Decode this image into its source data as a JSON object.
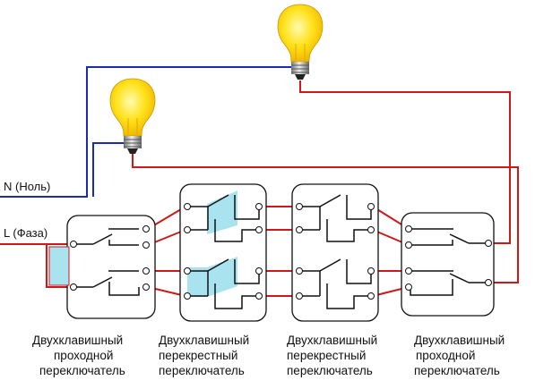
{
  "wires": {
    "neutral_label": "N (Ноль)",
    "phase_label": "L (Фаза)",
    "neutral_color": "#1a2bb8",
    "phase_color": "#d01818",
    "switch_internal_color": "#111111",
    "highlight_color": "#a9e3f0"
  },
  "switches": [
    {
      "id": "sw1",
      "caption": [
        "Двухклавишный",
        "проходной",
        "переключатель"
      ]
    },
    {
      "id": "sw2",
      "caption": [
        "Двухклавишный",
        "перекрестный",
        "переключатель"
      ]
    },
    {
      "id": "sw3",
      "caption": [
        "Двухклавишный",
        "перекрестный",
        "переключатель"
      ]
    },
    {
      "id": "sw4",
      "caption": [
        "Двухклавишный",
        "проходной",
        "переключатель"
      ]
    }
  ],
  "lamps": [
    {
      "id": "lamp-left",
      "icon": "light-bulb-icon",
      "color": "#ffe21a"
    },
    {
      "id": "lamp-right",
      "icon": "light-bulb-icon",
      "color": "#ffe21a"
    }
  ]
}
